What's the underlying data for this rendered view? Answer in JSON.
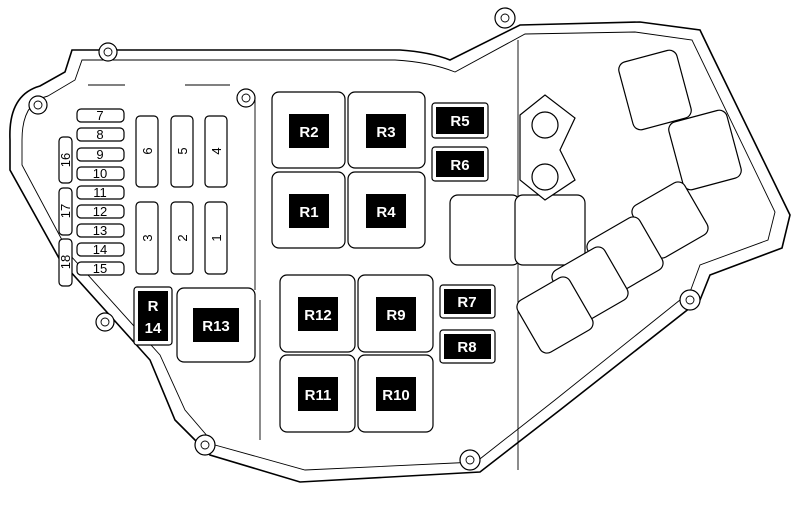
{
  "fuses_small": [
    "7",
    "8",
    "9",
    "10",
    "11",
    "12",
    "13",
    "14",
    "15"
  ],
  "fuses_vertical_side": [
    "16",
    "17",
    "18"
  ],
  "fuses_large_top": [
    "6",
    "5",
    "4"
  ],
  "fuses_large_bottom": [
    "3",
    "2",
    "1"
  ],
  "relays": {
    "r2": "R2",
    "r3": "R3",
    "r1": "R1",
    "r4": "R4",
    "r5": "R5",
    "r6": "R6",
    "r12": "R12",
    "r9": "R9",
    "r11": "R11",
    "r10": "R10",
    "r7": "R7",
    "r8": "R8",
    "r13": "R13",
    "r14_line1": "R",
    "r14_line2": "14"
  }
}
